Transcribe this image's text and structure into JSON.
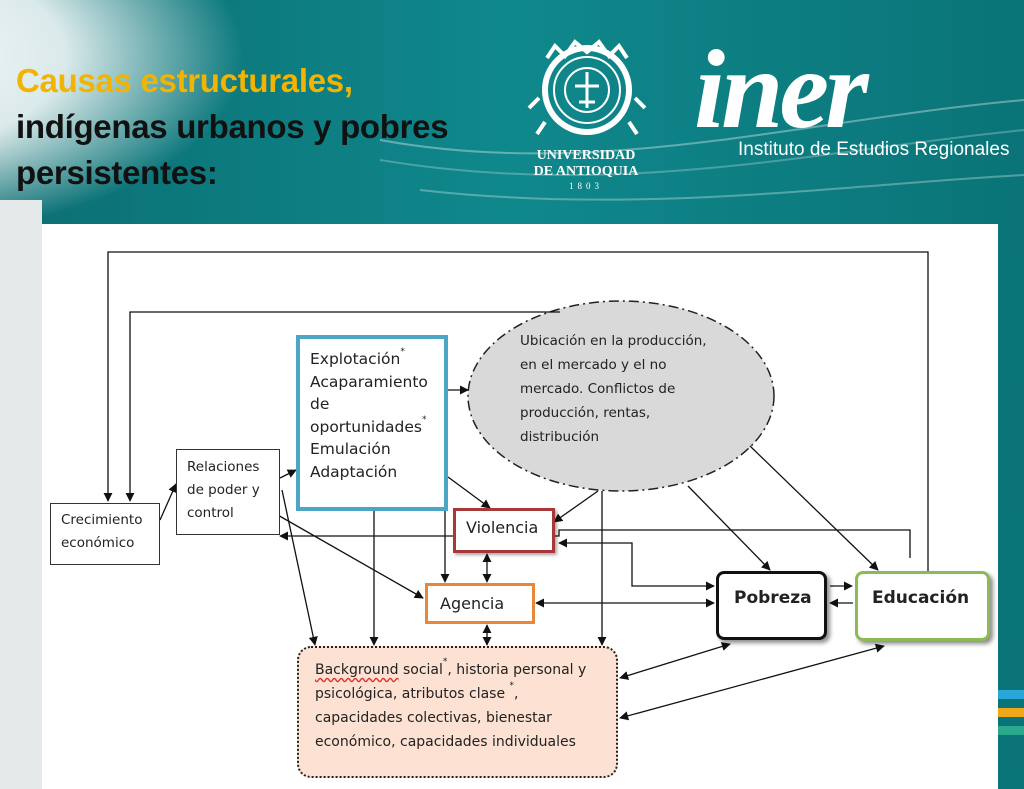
{
  "slide": {
    "title_line1": "Causas estructurales,",
    "title_line2": "indígenas urbanos y pobres",
    "title_line3": "persistentes:"
  },
  "logos": {
    "university": {
      "name_line1": "UNIVERSIDAD",
      "name_line2": "DE ANTIOQUIA",
      "year": "1803"
    },
    "institute": {
      "wordmark": "iner",
      "subtitle": "Instituto de Estudios Regionales"
    }
  },
  "diagram": {
    "crecimiento": [
      "Crecimiento",
      "económico"
    ],
    "relaciones": [
      "Relaciones",
      "de poder y",
      "control"
    ],
    "explotacion": {
      "line1": "Explotación",
      "line2": "Acaparamiento",
      "line3": "de",
      "line4": "oportunidades",
      "line5": "Emulación",
      "line6": "Adaptación",
      "marker": "*"
    },
    "ubicacion": [
      "Ubicación en la producción,",
      "en el mercado y el no",
      "mercado. Conflictos de",
      "producción, rentas,",
      "distribución"
    ],
    "violencia": "Violencia",
    "agencia": "Agencia",
    "pobreza": "Pobreza",
    "educacion": "Educación",
    "background": {
      "line1_a": "Background",
      "line1_b": " social",
      "line1_c": ", historia personal y",
      "line2_a": "psicológica,  atributos clase ",
      "line2_b": ",",
      "line3": "capacidades colectivas, bienestar",
      "line4": "económico, capacidades individuales",
      "marker": "*"
    }
  },
  "colors": {
    "teal_bg": "#0c7f83",
    "title_yellow": "#f2b400",
    "explotacion_border": "#4ba6c3",
    "violencia_border": "#a8373a",
    "agencia_border": "#e8873a",
    "educacion_border": "#8bbb52",
    "background_fill": "#fde2d3",
    "ubicacion_fill": "#d9d9d9"
  }
}
